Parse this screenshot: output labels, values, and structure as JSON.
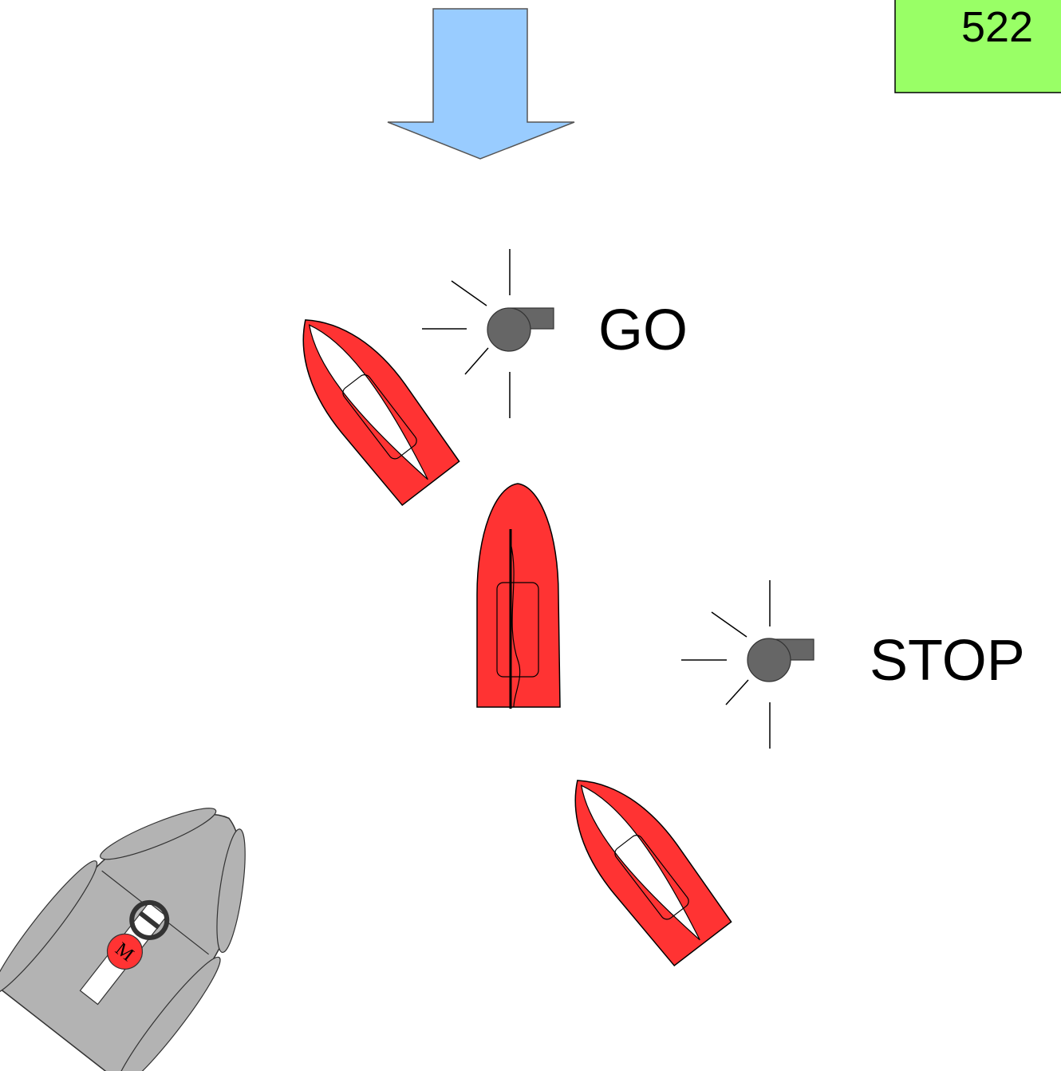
{
  "badge": {
    "number": "522",
    "color": "#99ff66"
  },
  "wind_arrow": {
    "icon": "wind-arrow-down-icon",
    "color": "#99ccff"
  },
  "signals": [
    {
      "label": "GO",
      "icon": "whistle-icon"
    },
    {
      "label": "STOP",
      "icon": "whistle-icon"
    }
  ],
  "boats": {
    "sailboat_color": "#ff3333",
    "motorboat_color": "#b3b3b3",
    "motorboat_marker": "M",
    "motorboat_marker_color": "#ff3333"
  }
}
